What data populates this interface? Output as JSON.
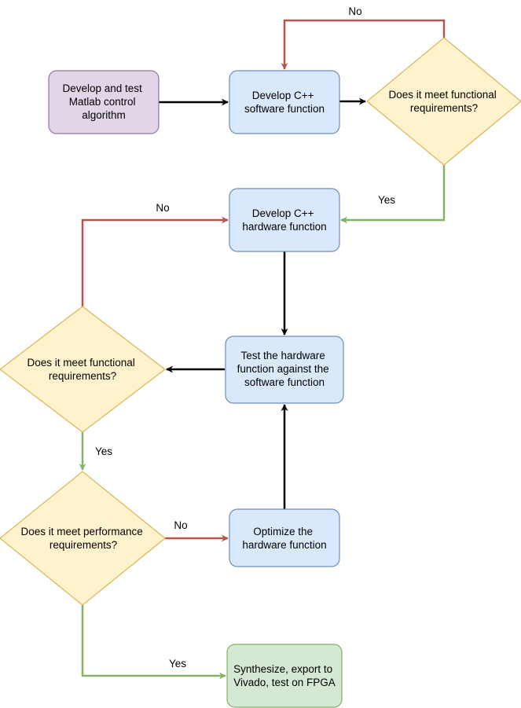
{
  "colors": {
    "purple_fill": "#e1d5e7",
    "purple_stroke": "#9673a6",
    "blue_fill": "#dae8fc",
    "blue_stroke": "#6c8ebf",
    "yellow_fill": "#fff2cc",
    "yellow_stroke": "#d6b656",
    "green_fill": "#d5e8d4",
    "green_stroke": "#82b366",
    "red_edge": "#b85450",
    "green_edge": "#82b366",
    "black_edge": "#000000"
  },
  "nodes": {
    "matlab": {
      "lines": [
        "Develop and test",
        "Matlab control",
        "algorithm"
      ]
    },
    "sw_function": {
      "lines": [
        "Develop C++",
        "software function"
      ]
    },
    "sw_decision": {
      "lines": [
        "Does it meet functional",
        "requirements?"
      ]
    },
    "hw_function": {
      "lines": [
        "Develop C++",
        "hardware function"
      ]
    },
    "test_hw": {
      "lines": [
        "Test the hardware",
        "function against the",
        "software function"
      ]
    },
    "hw_decision": {
      "lines": [
        "Does it meet functional",
        "requirements?"
      ]
    },
    "perf_decision": {
      "lines": [
        "Does it meet performance",
        "requirements?"
      ]
    },
    "optimize": {
      "lines": [
        "Optimize the",
        "hardware function"
      ]
    },
    "synthesize": {
      "lines": [
        "Synthesize, export to",
        "Vivado, test on FPGA"
      ]
    }
  },
  "edges": {
    "sw_no": "No",
    "sw_yes": "Yes",
    "hw_no": "No",
    "hw_yes": "Yes",
    "perf_no": "No",
    "perf_yes": "Yes"
  }
}
